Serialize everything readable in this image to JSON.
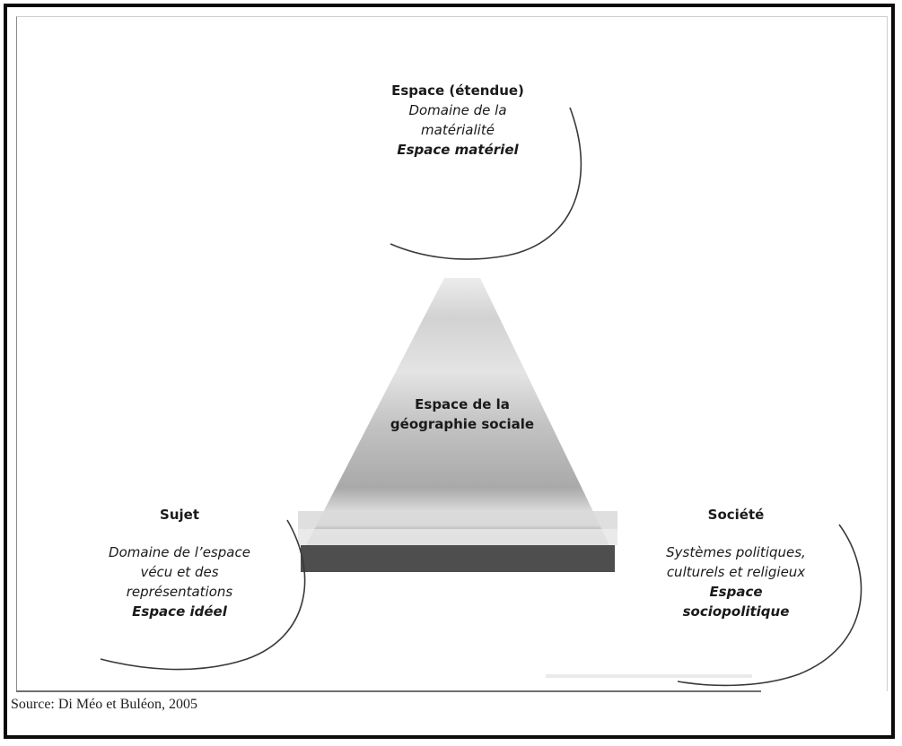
{
  "top_node": {
    "title": "Espace (étendue)",
    "line1": "Domaine de la",
    "line2": "matérialité",
    "emphasis": "Espace matériel"
  },
  "center_node": {
    "line1": "Espace de la",
    "line2": "géographie sociale"
  },
  "left_node": {
    "title": "Sujet",
    "line1": "Domaine de l’espace",
    "line2": "vécu et des",
    "line3": "représentations",
    "emphasis": "Espace idéel"
  },
  "right_node": {
    "title": "Société",
    "line1": "Systèmes politiques,",
    "line2": "culturels et religieux",
    "emphasis1": "Espace",
    "emphasis2": "sociopolitique"
  },
  "source": "Source: Di Méo et Buléon, 2005",
  "colors": {
    "frame": "#0b0b0b",
    "arc": "#3a3a3a",
    "pyramid_top": "#dcdcdc",
    "pyramid_mid": "#b4b4b4",
    "pyramid_base": "#4e4e4e"
  }
}
